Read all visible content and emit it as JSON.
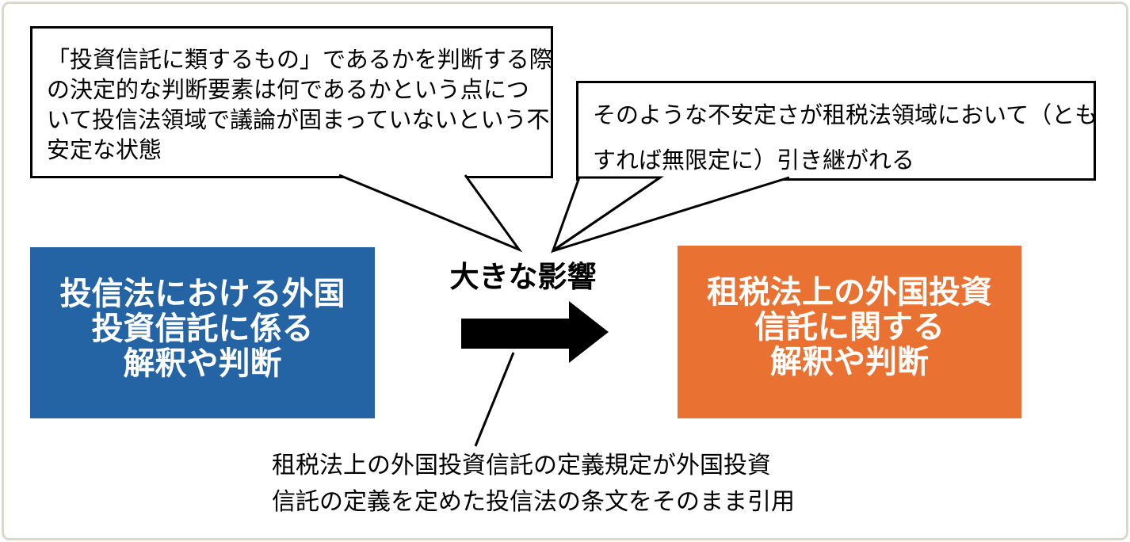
{
  "diagram": {
    "callout_top_left": {
      "text": "「投資信託に類するもの」であるかを判断する際の決定的な判断要素は何であるかという点について投信法領域で議論が固まっていないという不安定な状態",
      "lines": [
        "「投資信託に類するもの」であるかを判断する際",
        "の決定的な判断要素は何であるかという点につ",
        "いて投信法領域で議論が固まっていないという不",
        "安定な状態"
      ]
    },
    "callout_top_right": {
      "text": "そのような不安定さが租税法領域において（ともすれば無限定に）引き継がれる",
      "lines": [
        "そのような不安定さが租税法領域において（とも",
        "すれば無限定に）引き継がれる"
      ]
    },
    "source_box": {
      "text": "投信法における外国投資信託に係る解釈や判断",
      "lines": [
        "投信法における外国",
        "投資信託に係る",
        "解釈や判断"
      ],
      "color": "#2464a5"
    },
    "target_box": {
      "text": "租税法上の外国投資信託に関する解釈や判断",
      "lines": [
        "租税法上の外国投資",
        "信託に関する",
        "解釈や判断"
      ],
      "color": "#e97132"
    },
    "arrow_label": "大きな影響",
    "bottom_note": {
      "text": "租税法上の外国投資信託の定義規定が外国投資信託の定義を定めた投信法の条文をそのまま引用",
      "lines": [
        "租税法上の外国投資信託の定義規定が外国投資",
        "信託の定義を定めた投信法の条文をそのまま引用"
      ]
    },
    "colors": {
      "arrow": "#000000",
      "callout_border": "#000000",
      "page_border": "#dcd8cc",
      "box_text": "#ffffff"
    }
  }
}
